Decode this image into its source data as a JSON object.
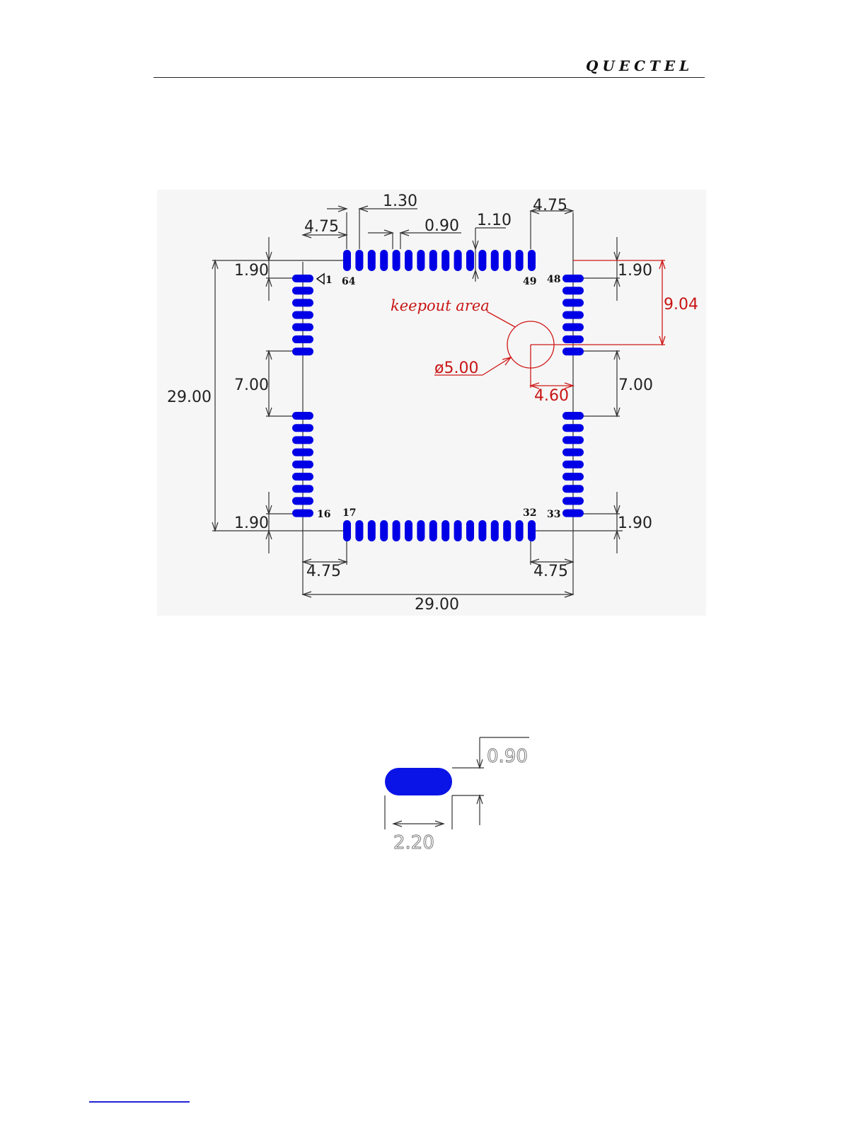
{
  "header": {
    "brand": "QUECTEL"
  },
  "footprint": {
    "dims": {
      "top_left_offset": "4.75",
      "top_right_offset": "4.75",
      "pad_spacing": "1.30",
      "pad_width": "0.90",
      "pitch": "1.10",
      "left_top_margin": "1.90",
      "right_top_margin": "1.90",
      "left_gap": "7.00",
      "right_gap": "7.00",
      "left_bottom_margin": "1.90",
      "right_bottom_margin": "1.90",
      "bottom_left_offset": "4.75",
      "bottom_right_offset": "4.75",
      "height": "29.00",
      "width": "29.00"
    },
    "keepout": {
      "label": "keepout area",
      "diameter": "ø5.00",
      "x_offset": "4.60",
      "y_offset": "9.04"
    },
    "pin_labels": {
      "p1": "1",
      "p16": "16",
      "p17": "17",
      "p32": "32",
      "p33": "33",
      "p48": "48",
      "p49": "49",
      "p64": "64"
    },
    "pad_color": "#0000e6"
  },
  "pad_detail": {
    "height": "0.90",
    "width": "2.20"
  }
}
